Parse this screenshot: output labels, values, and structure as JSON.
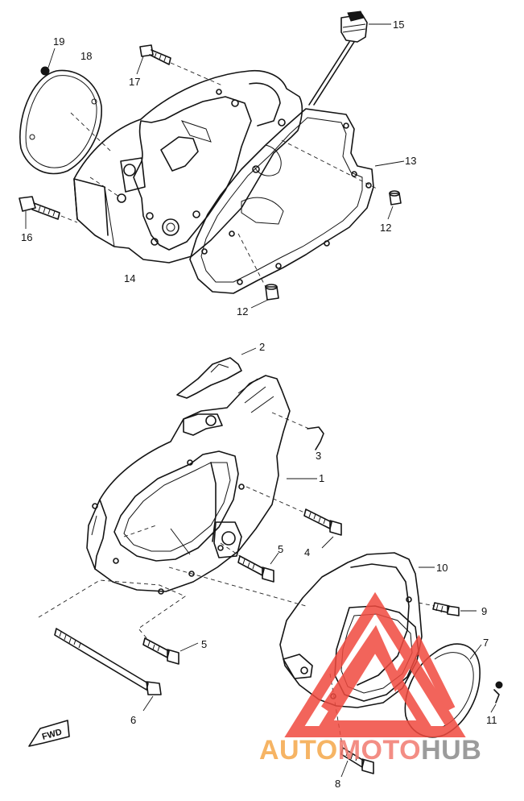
{
  "labels": {
    "p1": "1",
    "p2": "2",
    "p3": "3",
    "p4": "4",
    "p5a": "5",
    "p5b": "5",
    "p6": "6",
    "p7": "7",
    "p8": "8",
    "p9": "9",
    "p10": "10",
    "p11": "11",
    "p12a": "12",
    "p12b": "12",
    "p13": "13",
    "p14": "14",
    "p15": "15",
    "p16": "16",
    "p17": "17",
    "p18": "18",
    "p19": "19"
  },
  "fwd_arrow_text": "FWD",
  "watermark": {
    "part1": "AUTO",
    "part2": "MOTO",
    "part3": "HUB",
    "color1": "#f5a74a",
    "color2": "#f17a6f",
    "color3": "#8a8a8a",
    "logo_color": "#f04a3f"
  }
}
